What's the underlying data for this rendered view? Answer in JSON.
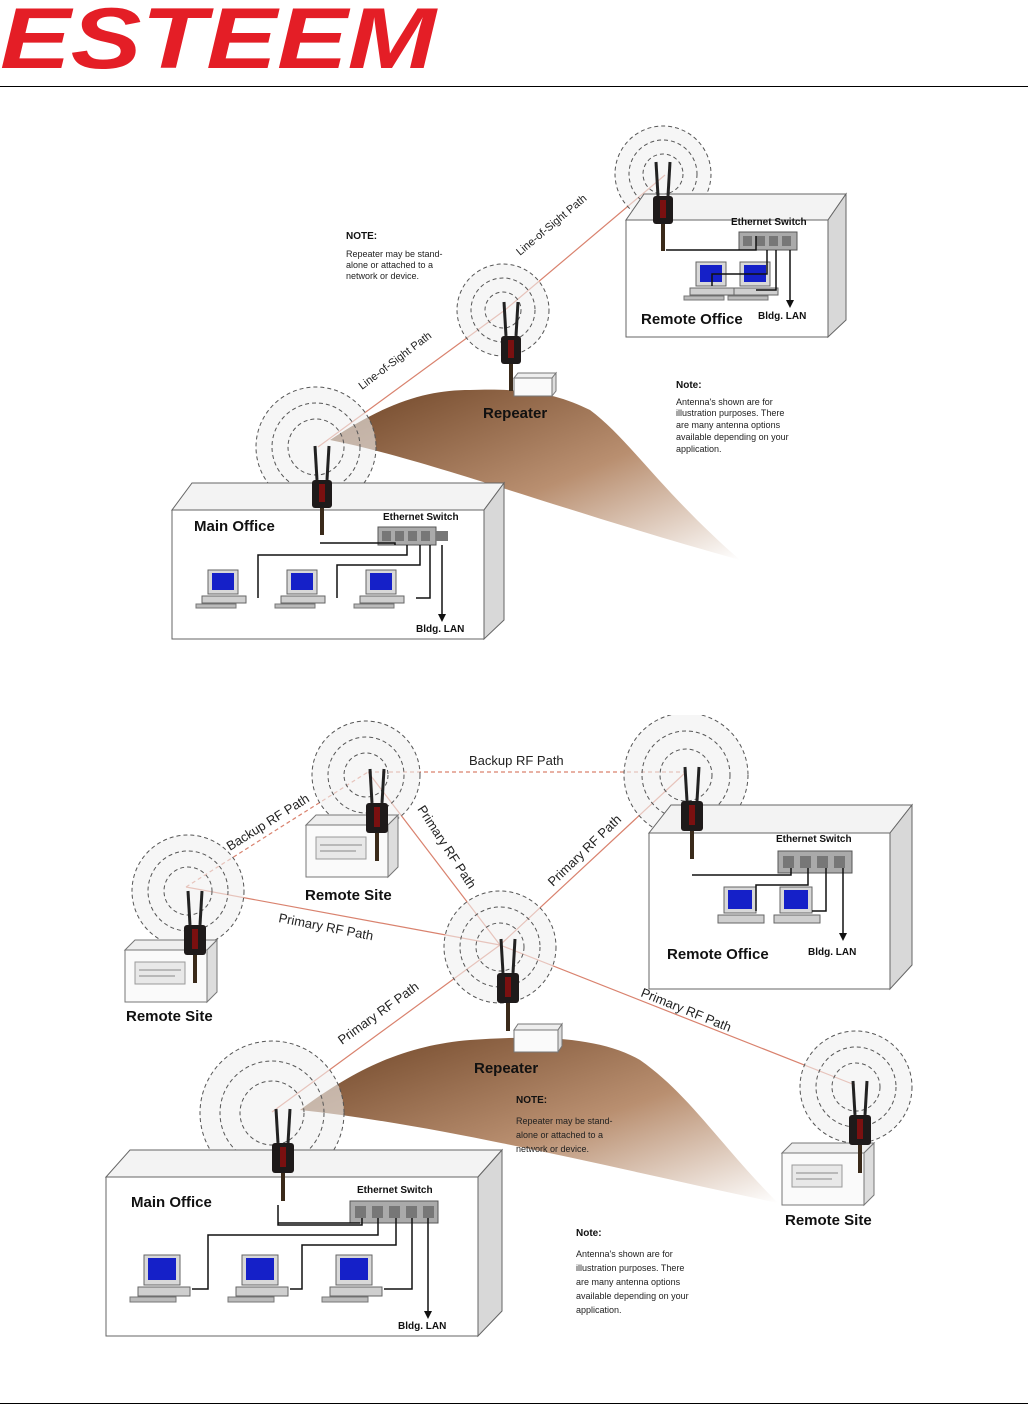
{
  "logo": {
    "text": "ESTEEM",
    "color": "#e41e26"
  },
  "colors": {
    "rf_line": "#d9826e",
    "hill_dark": "#8a5a3a",
    "hill_light": "#ffffff",
    "ring": "#555555"
  },
  "diagram1": {
    "note": {
      "title": "NOTE:",
      "lines": [
        "Repeater may be stand-",
        "alone or attached to a",
        "network or device."
      ]
    },
    "antenna_note": {
      "title": "Note:",
      "lines": [
        "Antenna's shown are for",
        "illustration purposes.  There",
        "are many antenna options",
        "available depending on your",
        "application."
      ]
    },
    "paths": [
      "Line-of-Sight Path",
      "Line-of-Sight Path"
    ],
    "repeater_label": "Repeater",
    "remote_office": {
      "label": "Remote Office",
      "switch_label": "Ethernet Switch",
      "lan_label": "Bldg. LAN"
    },
    "main_office": {
      "label": "Main Office",
      "switch_label": "Ethernet Switch",
      "lan_label": "Bldg. LAN"
    }
  },
  "diagram2": {
    "backup_paths": [
      "Backup RF Path",
      "Backup RF Path"
    ],
    "primary_paths": [
      "Primary RF Path",
      "Primary RF Path",
      "Primary RF Path",
      "Primary RF Path",
      "Primary RF Path"
    ],
    "remote_sites": [
      "Remote Site",
      "Remote Site",
      "Remote Site"
    ],
    "repeater_label": "Repeater",
    "note": {
      "title": "NOTE:",
      "lines": [
        "Repeater may be stand-",
        "alone or attached to a",
        "network or device."
      ]
    },
    "antenna_note": {
      "title": "Note:",
      "lines": [
        "Antenna's shown are for",
        "illustration purposes.  There",
        "are many antenna options",
        "available depending on your",
        "application."
      ]
    },
    "remote_office": {
      "label": "Remote Office",
      "switch_label": "Ethernet Switch",
      "lan_label": "Bldg. LAN"
    },
    "main_office": {
      "label": "Main Office",
      "switch_label": "Ethernet Switch",
      "lan_label": "Bldg. LAN"
    }
  }
}
